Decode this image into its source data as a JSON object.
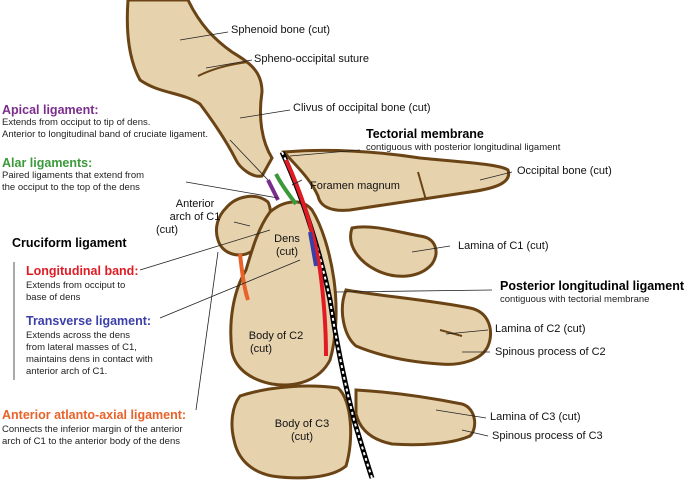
{
  "colors": {
    "apical": "#7b2d8e",
    "alar": "#3a9a3a",
    "longitudinal": "#e01b24",
    "transverse": "#3b3fa8",
    "anterior_atlanto_axial": "#e8622a",
    "bone_fill": "#e6d3ae",
    "bone_stroke": "#6b4416",
    "black": "#000000"
  },
  "labels": {
    "sphenoid": "Sphenoid bone (cut)",
    "spheno_occipital": "Spheno-occipital suture",
    "clivus": "Clivus of occipital bone (cut)",
    "foramen": "Foramen magnum",
    "occipital": "Occipital bone (cut)",
    "anterior_arch_1": "Anterior",
    "anterior_arch_2": "arch of C1",
    "anterior_arch_3": "(cut)",
    "dens_1": "Dens",
    "dens_2": "(cut)",
    "lamina_c1": "Lamina of C1 (cut)",
    "body_c2_1": "Body of C2",
    "body_c2_2": "(cut)",
    "lamina_c2": "Lamina of C2 (cut)",
    "spinous_c2": "Spinous process of C2",
    "body_c3_1": "Body of C3",
    "body_c3_2": "(cut)",
    "lamina_c3": "Lamina of C3 (cut)",
    "spinous_c3": "Spinous process of C3"
  },
  "ligaments": {
    "apical": {
      "title": "Apical ligament:",
      "lines": [
        "Extends from occiput to tip of dens.",
        "Anterior to longitudinal band of cruciate ligament."
      ]
    },
    "alar": {
      "title": "Alar ligaments:",
      "lines": [
        "Paired ligaments that extend from",
        "the occiput to the top of the dens"
      ]
    },
    "cruciform": {
      "title": "Cruciform ligament"
    },
    "longitudinal": {
      "title": "Longitudinal band:",
      "lines": [
        "Extends from occiput to",
        "base of dens"
      ]
    },
    "transverse": {
      "title": "Transverse ligament:",
      "lines": [
        "Extends across the dens",
        "from lateral masses of C1,",
        "maintains dens in contact with",
        "anterior arch of C1."
      ]
    },
    "anterior_atlanto_axial": {
      "title": "Anterior atlanto-axial ligament:",
      "lines": [
        "Connects the inferior margin of the anterior",
        "arch of C1 to the anterior body of the dens"
      ]
    },
    "tectorial": {
      "title": "Tectorial membrane",
      "lines": [
        "contiguous with posterior longitudinal ligament"
      ]
    },
    "posterior_longitudinal": {
      "title": "Posterior longitudinal ligament",
      "lines": [
        "contiguous with tectorial membrane"
      ]
    }
  }
}
